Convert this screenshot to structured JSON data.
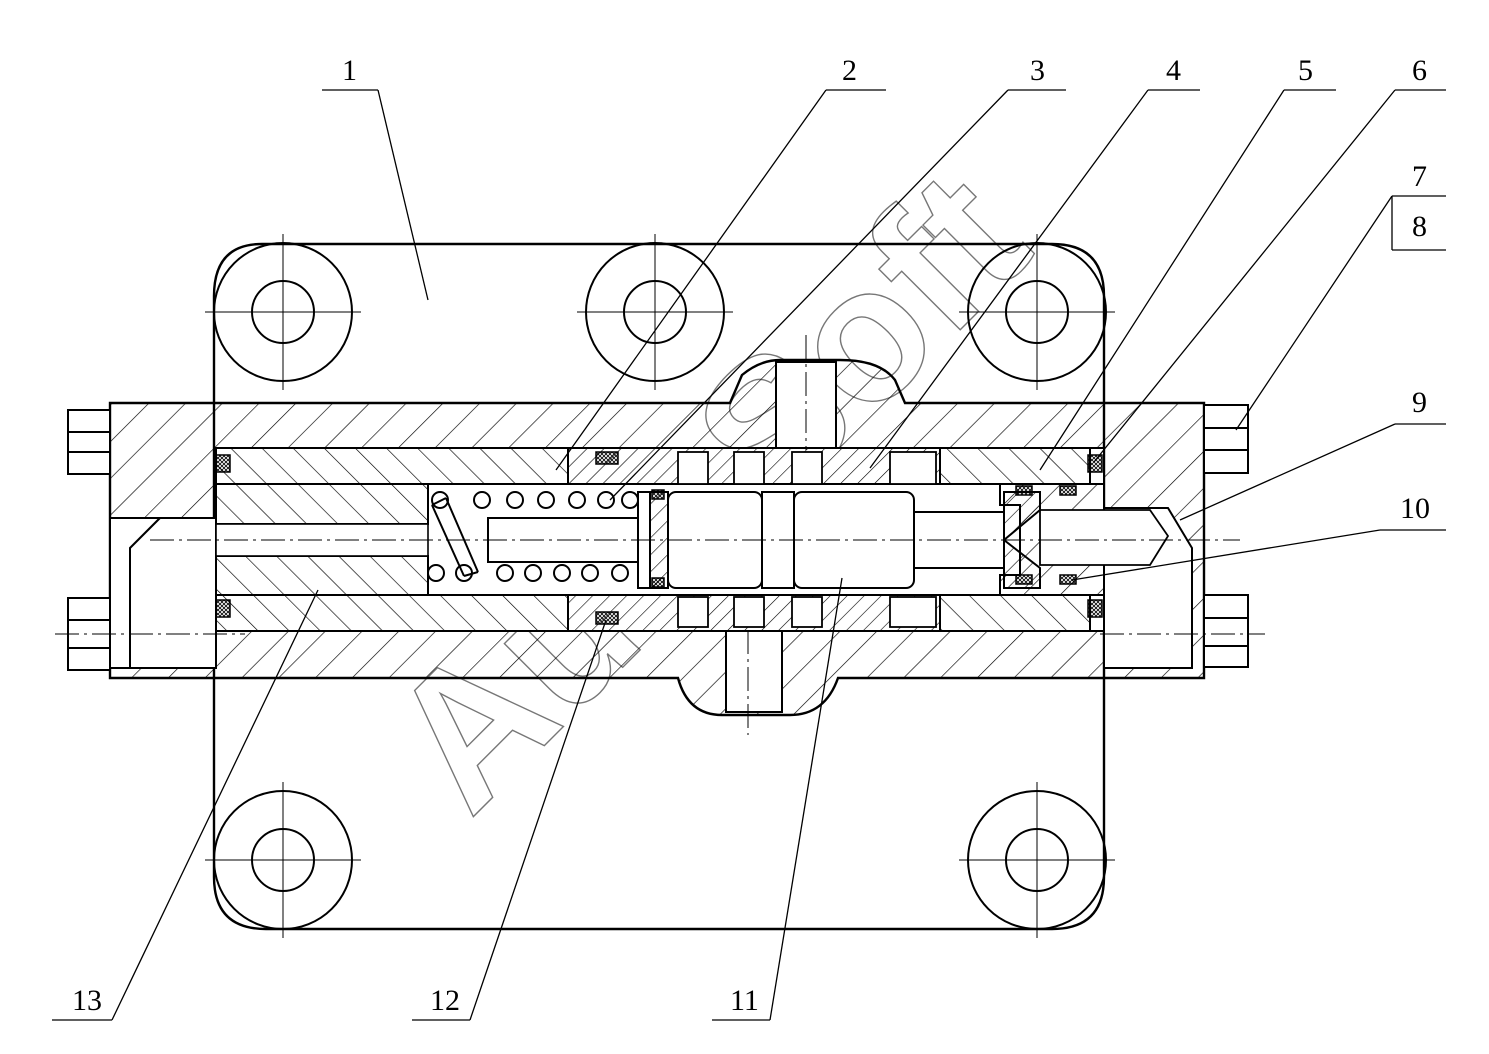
{
  "part_labels": [
    "1",
    "2",
    "3",
    "4",
    "5",
    "6",
    "7",
    "8",
    "9",
    "10",
    "11",
    "12",
    "13"
  ],
  "watermark": "AutoSoft"
}
